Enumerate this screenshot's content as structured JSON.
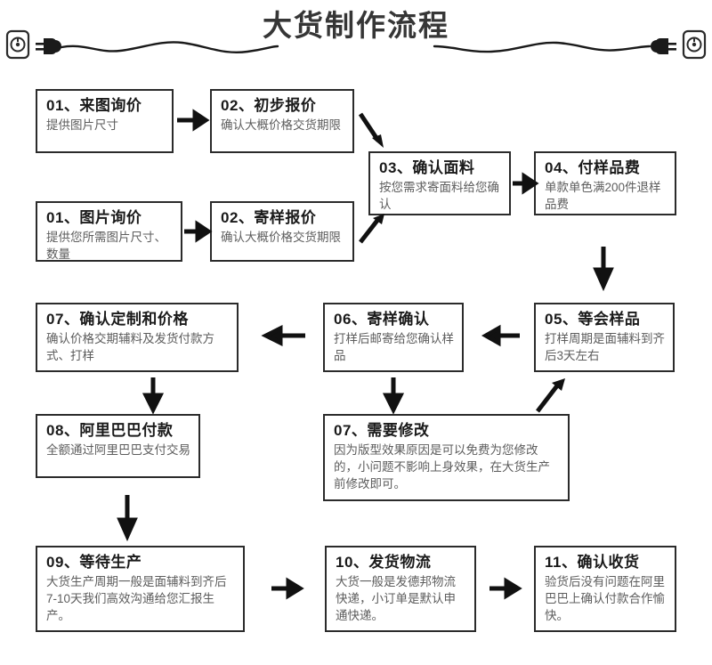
{
  "header": {
    "title": "大货制作流程",
    "left_socket_icon": "power-socket-icon",
    "left_plug_icon": "power-plug-icon",
    "right_plug_icon": "power-plug-icon",
    "right_socket_icon": "power-socket-icon",
    "cord_icon": "power-cord-icon"
  },
  "colors": {
    "title": "#363636",
    "box_border": "#2b2b2b",
    "heading": "#1a1a1a",
    "body": "#5d5d5d",
    "arrow": "#111111",
    "background": "#ffffff"
  },
  "nodes": [
    {
      "id": "n01a",
      "title": "01、来图询价",
      "desc": "提供图片尺寸"
    },
    {
      "id": "n02a",
      "title": "02、初步报价",
      "desc": "确认大概价格交货期限"
    },
    {
      "id": "n03",
      "title": "03、确认面料",
      "desc": "按您需求寄面料给您确认"
    },
    {
      "id": "n04",
      "title": "04、付样品费",
      "desc": "单款单色满200件退样品费"
    },
    {
      "id": "n01b",
      "title": "01、图片询价",
      "desc": "提供您所需图片尺寸、数量"
    },
    {
      "id": "n02b",
      "title": "02、寄样报价",
      "desc": "确认大概价格交货期限"
    },
    {
      "id": "n07a",
      "title": "07、确认定制和价格",
      "desc": "确认价格交期辅料及发货付款方式、打样"
    },
    {
      "id": "n06",
      "title": "06、寄样确认",
      "desc": "打样后邮寄给您确认样品"
    },
    {
      "id": "n05",
      "title": "05、等会样品",
      "desc": "打样周期是面辅料到齐后3天左右"
    },
    {
      "id": "n08",
      "title": "08、阿里巴巴付款",
      "desc": "全额通过阿里巴巴支付交易"
    },
    {
      "id": "n07b",
      "title": "07、需要修改",
      "desc": "因为版型效果原因是可以免费为您修改的，小问题不影响上身效果，在大货生产前修改即可。"
    },
    {
      "id": "n09",
      "title": "09、等待生产",
      "desc": "大货生产周期一般是面辅料到齐后7-10天我们高效沟通给您汇报生产。"
    },
    {
      "id": "n10",
      "title": "10、发货物流",
      "desc": "大货一般是发德邦物流快递，小订单是默认申通快递。"
    },
    {
      "id": "n11",
      "title": "11、确认收货",
      "desc": "验货后没有问题在阿里巴巴上确认付款合作愉快。"
    }
  ],
  "arrows": [
    {
      "id": "a1",
      "from": "n01a",
      "to": "n02a",
      "direction": "right"
    },
    {
      "id": "a2",
      "from": "n02a",
      "to": "n03",
      "direction": "down-right"
    },
    {
      "id": "a3",
      "from": "n03",
      "to": "n04",
      "direction": "right"
    },
    {
      "id": "a4",
      "from": "n01b",
      "to": "n02b",
      "direction": "right"
    },
    {
      "id": "a5",
      "from": "n02b",
      "to": "n03",
      "direction": "up-right"
    },
    {
      "id": "a6",
      "from": "n04",
      "to": "n05",
      "direction": "down"
    },
    {
      "id": "a7",
      "from": "n05",
      "to": "n06",
      "direction": "left"
    },
    {
      "id": "a8",
      "from": "n06",
      "to": "n07a",
      "direction": "left"
    },
    {
      "id": "a9",
      "from": "n07a",
      "to": "n08",
      "direction": "down"
    },
    {
      "id": "a10",
      "from": "n06",
      "to": "n07b",
      "direction": "down"
    },
    {
      "id": "a11",
      "from": "n07b",
      "to": "n05",
      "direction": "up-right"
    },
    {
      "id": "a12",
      "from": "n08",
      "to": "n09",
      "direction": "down"
    },
    {
      "id": "a13",
      "from": "n09",
      "to": "n10",
      "direction": "right"
    },
    {
      "id": "a14",
      "from": "n10",
      "to": "n11",
      "direction": "right"
    }
  ]
}
